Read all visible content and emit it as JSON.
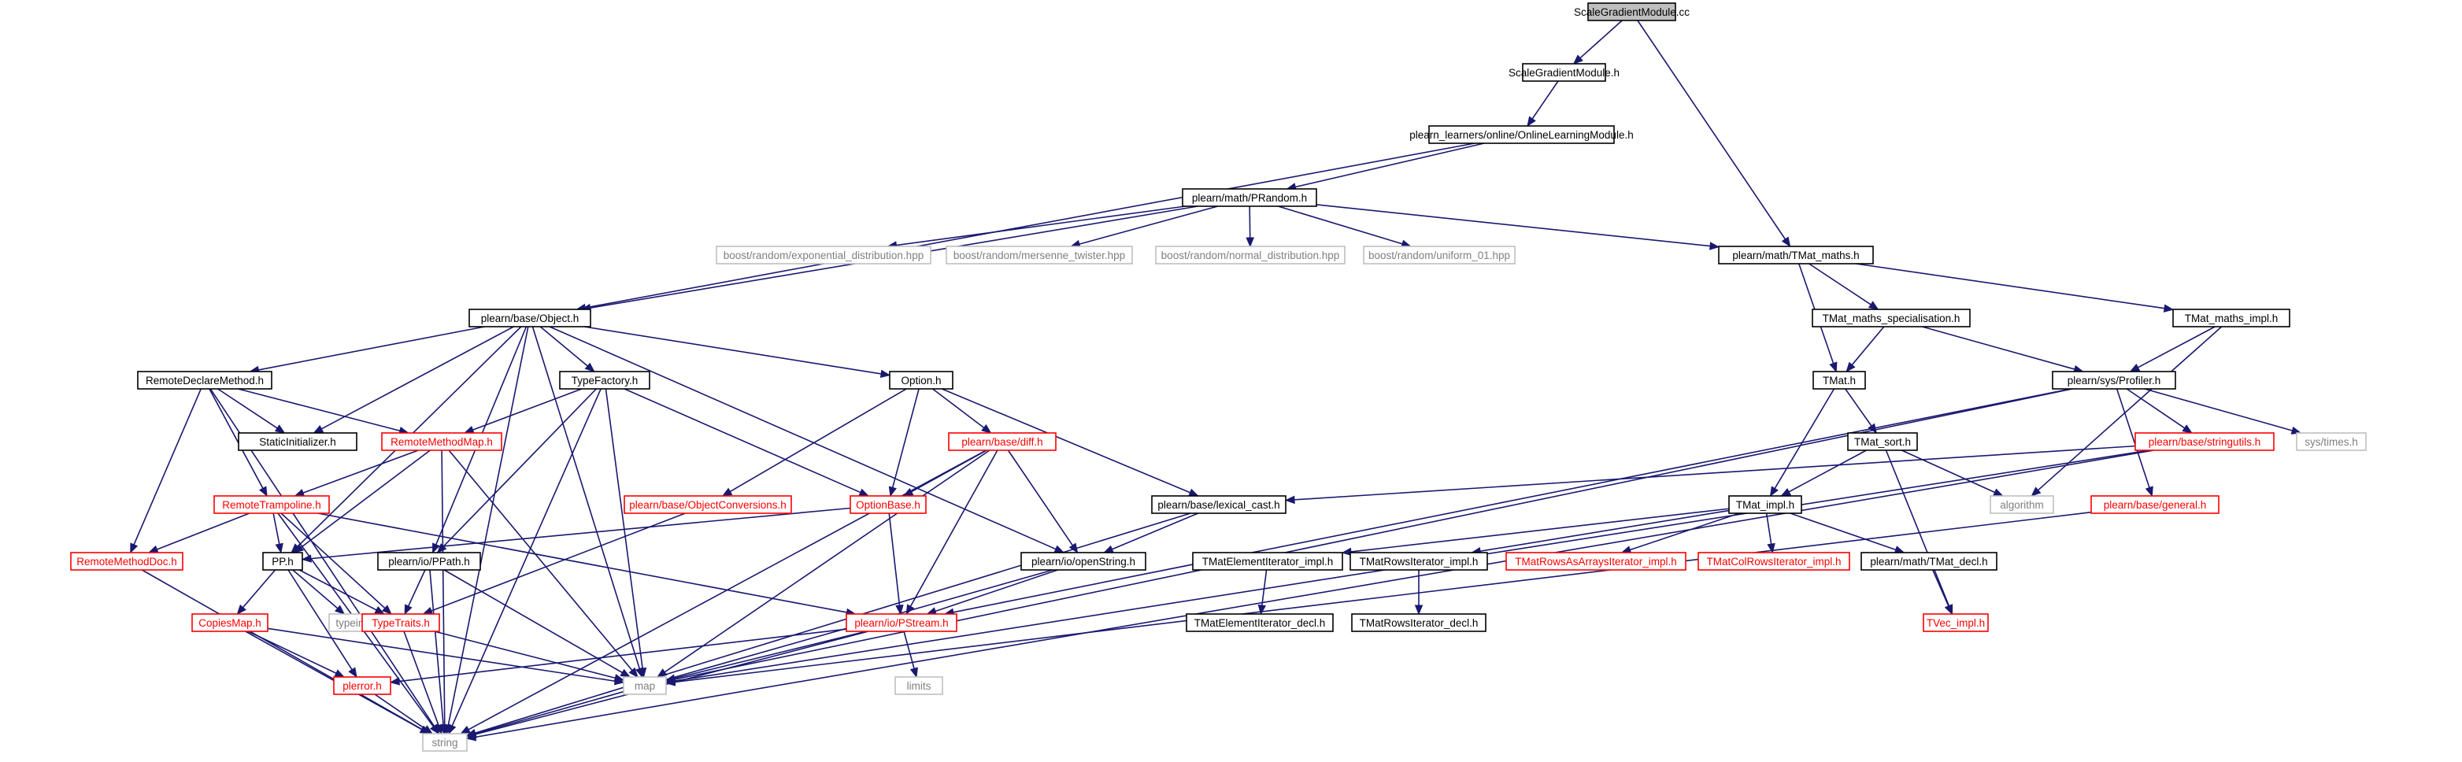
{
  "graph": {
    "nodes": [
      {
        "id": "sgm_cc",
        "label": "ScaleGradientModule.cc",
        "style": "root"
      },
      {
        "id": "sgm_h",
        "label": "ScaleGradientModule.h",
        "style": "black"
      },
      {
        "id": "olm_h",
        "label": "plearn_learners/online/OnlineLearningModule.h",
        "style": "black"
      },
      {
        "id": "prandom_h",
        "label": "plearn/math/PRandom.h",
        "style": "black"
      },
      {
        "id": "b_exp",
        "label": "boost/random/exponential_distribution.hpp",
        "style": "gray"
      },
      {
        "id": "b_mt",
        "label": "boost/random/mersenne_twister.hpp",
        "style": "gray"
      },
      {
        "id": "b_norm",
        "label": "boost/random/normal_distribution.hpp",
        "style": "gray"
      },
      {
        "id": "b_uni",
        "label": "boost/random/uniform_01.hpp",
        "style": "gray"
      },
      {
        "id": "tmat_maths_h",
        "label": "plearn/math/TMat_maths.h",
        "style": "black"
      },
      {
        "id": "object_h",
        "label": "plearn/base/Object.h",
        "style": "black"
      },
      {
        "id": "tmat_spec_h",
        "label": "TMat_maths_specialisation.h",
        "style": "black"
      },
      {
        "id": "tmat_maths_impl_h",
        "label": "TMat_maths_impl.h",
        "style": "black"
      },
      {
        "id": "rdm_h",
        "label": "RemoteDeclareMethod.h",
        "style": "black"
      },
      {
        "id": "typefactory_h",
        "label": "TypeFactory.h",
        "style": "black"
      },
      {
        "id": "option_h",
        "label": "Option.h",
        "style": "black"
      },
      {
        "id": "tmat_h",
        "label": "TMat.h",
        "style": "black"
      },
      {
        "id": "profiler_h",
        "label": "plearn/sys/Profiler.h",
        "style": "black"
      },
      {
        "id": "staticinit_h",
        "label": "StaticInitializer.h",
        "style": "black"
      },
      {
        "id": "rmm_h",
        "label": "RemoteMethodMap.h",
        "style": "red"
      },
      {
        "id": "diff_h",
        "label": "plearn/base/diff.h",
        "style": "red"
      },
      {
        "id": "tmat_sort_h",
        "label": "TMat_sort.h",
        "style": "black"
      },
      {
        "id": "stringutils_h",
        "label": "plearn/base/stringutils.h",
        "style": "red"
      },
      {
        "id": "systimes_h",
        "label": "sys/times.h",
        "style": "gray"
      },
      {
        "id": "rtramp_h",
        "label": "RemoteTrampoline.h",
        "style": "red"
      },
      {
        "id": "objconv_h",
        "label": "plearn/base/ObjectConversions.h",
        "style": "red"
      },
      {
        "id": "optionbase_h",
        "label": "OptionBase.h",
        "style": "red"
      },
      {
        "id": "lexical_cast_h",
        "label": "plearn/base/lexical_cast.h",
        "style": "black"
      },
      {
        "id": "tmat_impl_h",
        "label": "TMat_impl.h",
        "style": "black"
      },
      {
        "id": "algorithm",
        "label": "algorithm",
        "style": "gray"
      },
      {
        "id": "general_h",
        "label": "plearn/base/general.h",
        "style": "red"
      },
      {
        "id": "rmdoc_h",
        "label": "RemoteMethodDoc.h",
        "style": "red"
      },
      {
        "id": "pp_h",
        "label": "PP.h",
        "style": "black"
      },
      {
        "id": "ppath_h",
        "label": "plearn/io/PPath.h",
        "style": "black"
      },
      {
        "id": "openstring_h",
        "label": "plearn/io/openString.h",
        "style": "black"
      },
      {
        "id": "tmei_impl_h",
        "label": "TMatElementIterator_impl.h",
        "style": "black"
      },
      {
        "id": "tmri_impl_h",
        "label": "TMatRowsIterator_impl.h",
        "style": "black"
      },
      {
        "id": "tmraai_impl_h",
        "label": "TMatRowsAsArraysIterator_impl.h",
        "style": "red"
      },
      {
        "id": "tmcri_impl_h",
        "label": "TMatColRowsIterator_impl.h",
        "style": "red"
      },
      {
        "id": "tmat_decl_h",
        "label": "plearn/math/TMat_decl.h",
        "style": "black"
      },
      {
        "id": "typeinfo",
        "label": "typeinfo",
        "style": "gray"
      },
      {
        "id": "copiesmap_h",
        "label": "CopiesMap.h",
        "style": "red"
      },
      {
        "id": "typetraits_h",
        "label": "TypeTraits.h",
        "style": "red"
      },
      {
        "id": "pstream_h",
        "label": "plearn/io/PStream.h",
        "style": "red"
      },
      {
        "id": "tmei_decl_h",
        "label": "TMatElementIterator_decl.h",
        "style": "black"
      },
      {
        "id": "tmri_decl_h",
        "label": "TMatRowsIterator_decl.h",
        "style": "black"
      },
      {
        "id": "tvec_impl_h",
        "label": "TVec_impl.h",
        "style": "red"
      },
      {
        "id": "perror_h",
        "label": "plerror.h",
        "style": "red"
      },
      {
        "id": "map",
        "label": "map",
        "style": "gray"
      },
      {
        "id": "limits",
        "label": "limits",
        "style": "gray"
      },
      {
        "id": "string",
        "label": "string",
        "style": "gray"
      }
    ],
    "edges": [
      [
        "sgm_cc",
        "sgm_h"
      ],
      [
        "sgm_cc",
        "tmat_maths_h"
      ],
      [
        "sgm_h",
        "olm_h"
      ],
      [
        "olm_h",
        "prandom_h"
      ],
      [
        "olm_h",
        "object_h"
      ],
      [
        "prandom_h",
        "b_exp"
      ],
      [
        "prandom_h",
        "b_mt"
      ],
      [
        "prandom_h",
        "b_norm"
      ],
      [
        "prandom_h",
        "b_uni"
      ],
      [
        "prandom_h",
        "object_h"
      ],
      [
        "prandom_h",
        "tmat_maths_h"
      ],
      [
        "tmat_maths_h",
        "tmat_spec_h"
      ],
      [
        "tmat_maths_h",
        "tmat_maths_impl_h"
      ],
      [
        "tmat_maths_h",
        "tmat_h"
      ],
      [
        "tmat_spec_h",
        "tmat_h"
      ],
      [
        "tmat_spec_h",
        "profiler_h"
      ],
      [
        "tmat_maths_impl_h",
        "profiler_h"
      ],
      [
        "tmat_maths_impl_h",
        "algorithm"
      ],
      [
        "tmat_h",
        "tmat_sort_h"
      ],
      [
        "tmat_h",
        "tmat_impl_h"
      ],
      [
        "tmat_sort_h",
        "tmat_impl_h"
      ],
      [
        "tmat_sort_h",
        "algorithm"
      ],
      [
        "tmat_sort_h",
        "tvec_impl_h"
      ],
      [
        "profiler_h",
        "stringutils_h"
      ],
      [
        "profiler_h",
        "systimes_h"
      ],
      [
        "profiler_h",
        "general_h"
      ],
      [
        "profiler_h",
        "map"
      ],
      [
        "profiler_h",
        "pstream_h"
      ],
      [
        "stringutils_h",
        "lexical_cast_h"
      ],
      [
        "stringutils_h",
        "string"
      ],
      [
        "stringutils_h",
        "map"
      ],
      [
        "general_h",
        "map"
      ],
      [
        "tmat_impl_h",
        "tmei_impl_h"
      ],
      [
        "tmat_impl_h",
        "tmri_impl_h"
      ],
      [
        "tmat_impl_h",
        "tmraai_impl_h"
      ],
      [
        "tmat_impl_h",
        "tmcri_impl_h"
      ],
      [
        "tmat_impl_h",
        "tmat_decl_h"
      ],
      [
        "tmei_impl_h",
        "tmei_decl_h"
      ],
      [
        "tmri_impl_h",
        "tmri_decl_h"
      ],
      [
        "tmat_decl_h",
        "tvec_impl_h"
      ],
      [
        "object_h",
        "rdm_h"
      ],
      [
        "object_h",
        "typefactory_h"
      ],
      [
        "object_h",
        "option_h"
      ],
      [
        "object_h",
        "staticinit_h"
      ],
      [
        "object_h",
        "pp_h"
      ],
      [
        "object_h",
        "ppath_h"
      ],
      [
        "object_h",
        "openstring_h"
      ],
      [
        "object_h",
        "map"
      ],
      [
        "object_h",
        "string"
      ],
      [
        "rdm_h",
        "staticinit_h"
      ],
      [
        "rdm_h",
        "rmm_h"
      ],
      [
        "rdm_h",
        "rtramp_h"
      ],
      [
        "rdm_h",
        "rmdoc_h"
      ],
      [
        "rdm_h",
        "string"
      ],
      [
        "typefactory_h",
        "rmm_h"
      ],
      [
        "typefactory_h",
        "ppath_h"
      ],
      [
        "typefactory_h",
        "optionbase_h"
      ],
      [
        "typefactory_h",
        "map"
      ],
      [
        "typefactory_h",
        "string"
      ],
      [
        "option_h",
        "objconv_h"
      ],
      [
        "option_h",
        "optionbase_h"
      ],
      [
        "option_h",
        "diff_h"
      ],
      [
        "option_h",
        "lexical_cast_h"
      ],
      [
        "rmm_h",
        "rtramp_h"
      ],
      [
        "rmm_h",
        "pp_h"
      ],
      [
        "rmm_h",
        "map"
      ],
      [
        "rmm_h",
        "string"
      ],
      [
        "rtramp_h",
        "rmdoc_h"
      ],
      [
        "rtramp_h",
        "pp_h"
      ],
      [
        "rtramp_h",
        "typetraits_h"
      ],
      [
        "rtramp_h",
        "pstream_h"
      ],
      [
        "rtramp_h",
        "string"
      ],
      [
        "diff_h",
        "optionbase_h"
      ],
      [
        "diff_h",
        "openstring_h"
      ],
      [
        "diff_h",
        "pstream_h"
      ],
      [
        "diff_h",
        "map"
      ],
      [
        "diff_h",
        "string"
      ],
      [
        "objconv_h",
        "typetraits_h"
      ],
      [
        "optionbase_h",
        "pp_h"
      ],
      [
        "optionbase_h",
        "pstream_h"
      ],
      [
        "lexical_cast_h",
        "openstring_h"
      ],
      [
        "lexical_cast_h",
        "string"
      ],
      [
        "rmdoc_h",
        "string"
      ],
      [
        "pp_h",
        "copiesmap_h"
      ],
      [
        "pp_h",
        "typeinfo"
      ],
      [
        "pp_h",
        "typetraits_h"
      ],
      [
        "pp_h",
        "perror_h"
      ],
      [
        "ppath_h",
        "typetraits_h"
      ],
      [
        "ppath_h",
        "map"
      ],
      [
        "ppath_h",
        "string"
      ],
      [
        "openstring_h",
        "pstream_h"
      ],
      [
        "openstring_h",
        "string"
      ],
      [
        "copiesmap_h",
        "perror_h"
      ],
      [
        "copiesmap_h",
        "map"
      ],
      [
        "copiesmap_h",
        "string"
      ],
      [
        "typetraits_h",
        "map"
      ],
      [
        "typetraits_h",
        "string"
      ],
      [
        "pstream_h",
        "perror_h"
      ],
      [
        "pstream_h",
        "map"
      ],
      [
        "pstream_h",
        "limits"
      ],
      [
        "pstream_h",
        "string"
      ],
      [
        "perror_h",
        "string"
      ]
    ]
  },
  "colors": {
    "edge": "#191970",
    "root_fill": "#bfbfbf",
    "box_black": "#000000",
    "box_red": "#ff0000",
    "box_gray": "#bfbfbf",
    "text_gray": "#7f7f7f"
  }
}
